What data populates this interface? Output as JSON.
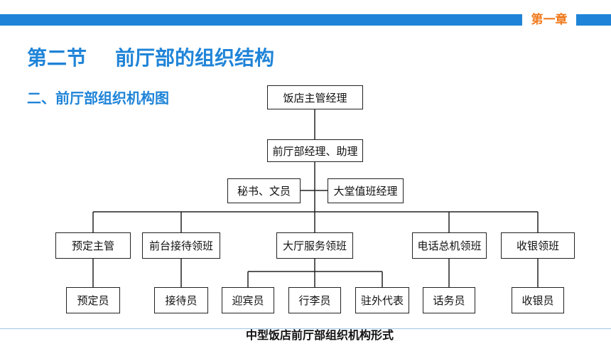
{
  "header": {
    "chapter": "第一章"
  },
  "section": {
    "number": "第二节",
    "title": "前厅部的组织结构"
  },
  "subtitle": "二、前厅部组织机构图",
  "org": {
    "top": "饭店主管经理",
    "manager": "前厅部经理、助理",
    "staff_left": "秘书、文员",
    "staff_right": "大堂值班经理",
    "supervisors": [
      "预定主管",
      "前台接待领班",
      "大厅服务领班",
      "电话总机领班",
      "收银领班"
    ],
    "staff": [
      "预定员",
      "接待员",
      "迎宾员",
      "行李员",
      "驻外代表",
      "话务员",
      "收银员"
    ]
  },
  "caption": "中型饭店前厅部组织机构形式"
}
